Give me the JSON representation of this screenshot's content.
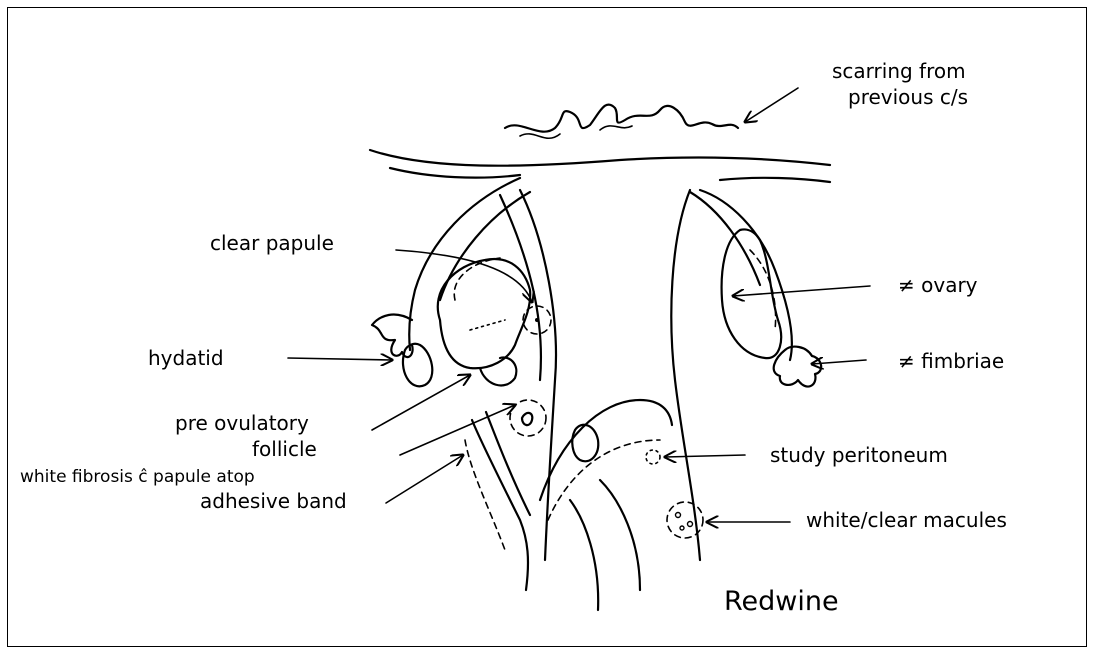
{
  "labels": {
    "scarring_line1": "scarring from",
    "scarring_line2": "previous c/s",
    "clear_papule": "clear papule",
    "ovary": "≠ ovary",
    "hydatid": "hydatid",
    "fimbriae": "≠ fimbriae",
    "pre_ovulatory_line1": "pre ovulatory",
    "pre_ovulatory_line2": "follicle",
    "study_peritoneum": "study peritoneum",
    "white_fibrosis": "white fibrosis ĉ papule atop",
    "adhesive_band": "adhesive band",
    "white_clear_macules": "white/clear macules",
    "author": "Redwine"
  }
}
